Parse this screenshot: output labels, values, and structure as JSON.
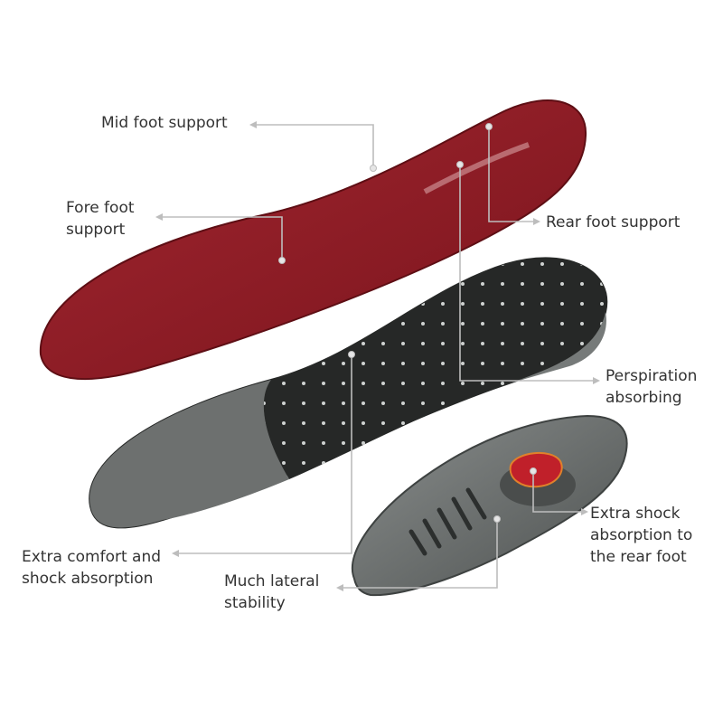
{
  "labels": {
    "mid_foot": [
      "Mid foot support"
    ],
    "fore_foot": [
      "Fore foot",
      "support"
    ],
    "rear_foot": [
      "Rear foot support"
    ],
    "perspiration": [
      "Perspiration",
      "absorbing"
    ],
    "extra_shock": [
      "Extra shock",
      "absorption to",
      "the rear foot"
    ],
    "extra_comfort": [
      "Extra comfort and",
      "shock absorption"
    ],
    "lateral": [
      "Much lateral",
      "stability"
    ]
  },
  "colors": {
    "top_layer": "#8c1c24",
    "top_layer_edge": "#6e1118",
    "middle_layer": "#3a3d3c",
    "middle_forefoot": "#6d706f",
    "heel_cup": "#6f7372",
    "heel_pad": "#c0202a",
    "leader_line": "#bdbdbd",
    "label_text": "#333333"
  }
}
